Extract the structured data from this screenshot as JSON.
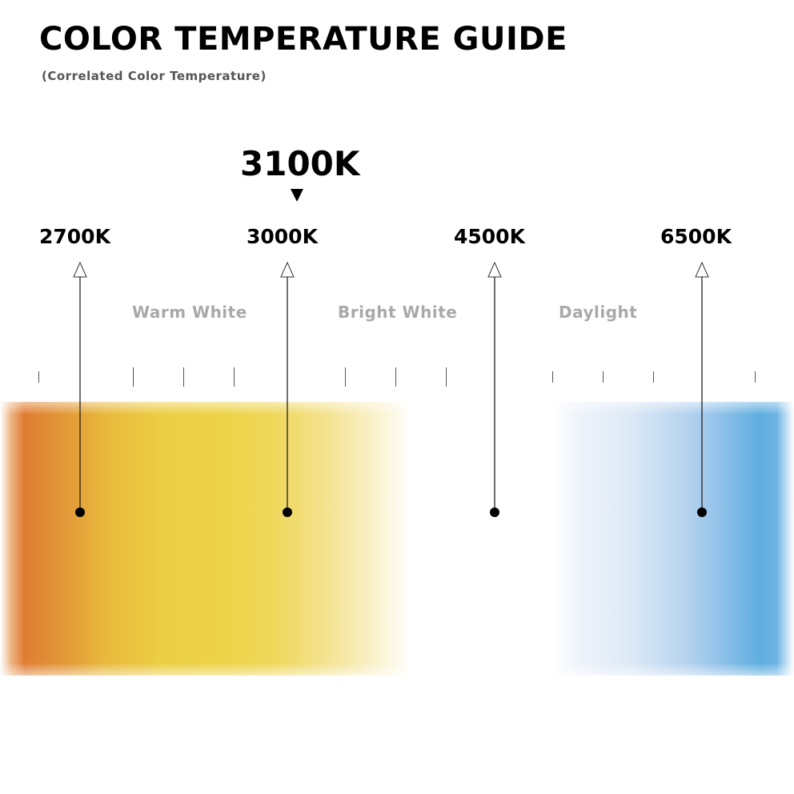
{
  "header": {
    "title": "COLOR TEMPERATURE GUIDE",
    "subtitle": "(Correlated Color Temperature)"
  },
  "current": {
    "value": "3100K",
    "position_kelvin": 3100
  },
  "scale": {
    "markers": [
      {
        "label": "2700K",
        "kelvin": 2700
      },
      {
        "label": "3000K",
        "kelvin": 3000
      },
      {
        "label": "4500K",
        "kelvin": 4500
      },
      {
        "label": "6500K",
        "kelvin": 6500
      }
    ],
    "zones": [
      {
        "label": "Warm White"
      },
      {
        "label": "Bright White"
      },
      {
        "label": "Daylight"
      }
    ]
  },
  "colors": {
    "warm": "#e07d33",
    "yellow": "#edd348",
    "white": "#ffffff",
    "daylight": "#5eaee0",
    "text": "#000000",
    "zone_text": "#a9a9a9"
  }
}
